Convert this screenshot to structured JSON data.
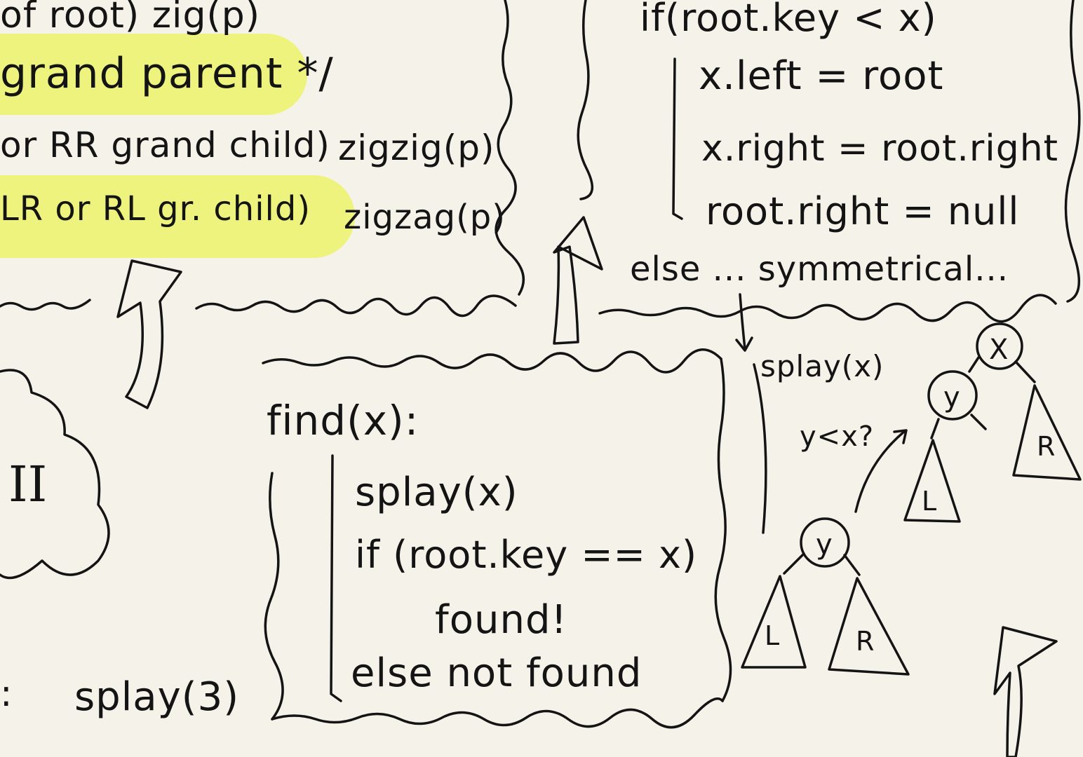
{
  "upper_left_code": {
    "line1": "of root) zig(p)",
    "line2": "grand parent */",
    "line3_pre": "or RR grand child)",
    "line3_call": "zigzig(p)",
    "line4_pre": "LR or RL gr. child)",
    "line4_call": "zigzag(p)"
  },
  "upper_right_code": {
    "if_line": "if(root.key < x)",
    "body": [
      "x.left = root",
      "x.right = root.right",
      "root.right = null"
    ],
    "else_line": "else ... symmetrical..."
  },
  "find_box": {
    "header": "find(x):",
    "lines": [
      "splay(x)",
      "if (root.key == x)",
      "found!",
      "else not found"
    ]
  },
  "cloud": {
    "label": "II"
  },
  "bottom_left": {
    "colon": ":",
    "call": "splay(3)"
  },
  "tree_diagram": {
    "step_label": "splay(x)",
    "question": "y<x?",
    "top_tree": {
      "root": "X",
      "child": "y",
      "left": "L",
      "right": "R"
    },
    "bottom_tree": {
      "root": "y",
      "left": "L",
      "right": "R"
    }
  },
  "colors": {
    "ink": "#141414",
    "highlight": "#eef37d",
    "paper": "#f5f2e9"
  }
}
